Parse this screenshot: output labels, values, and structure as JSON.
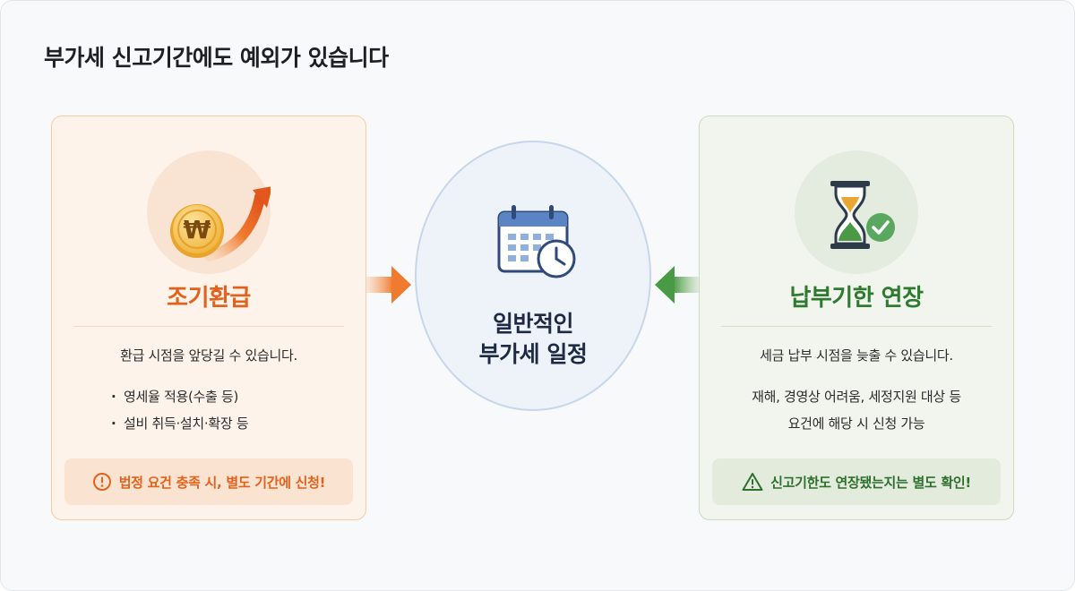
{
  "title": "부가세 신고기간에도 예외가 있습니다",
  "left_card": {
    "icon": "won-coin-up-arrow-icon",
    "coin_symbol": "₩",
    "title": "조기환급",
    "description": "환급 시점을 앞당길 수 있습니다.",
    "bullets": [
      "영세율 적용(수출 등)",
      "설비 취득·설치·확장 등"
    ],
    "note": "법정 요건 충족 시, 별도 기간에 신청!",
    "note_icon": "alert-circle-icon",
    "accent": "#e0621c"
  },
  "center": {
    "icon": "calendar-clock-icon",
    "lines": [
      "일반적인",
      "부가세 일정"
    ],
    "accent": "#1e2a44"
  },
  "right_card": {
    "icon": "hourglass-check-icon",
    "title": "납부기한 연장",
    "description": "세금 납부 시점을 늦출 수 있습니다.",
    "details": [
      "재해, 경영상 어려움, 세정지원 대상 등",
      "요건에 해당 시 신청 가능"
    ],
    "note": "신고기한도 연장됐는지는 별도 확인!",
    "note_icon": "warning-triangle-icon",
    "accent": "#2e7a2e"
  }
}
